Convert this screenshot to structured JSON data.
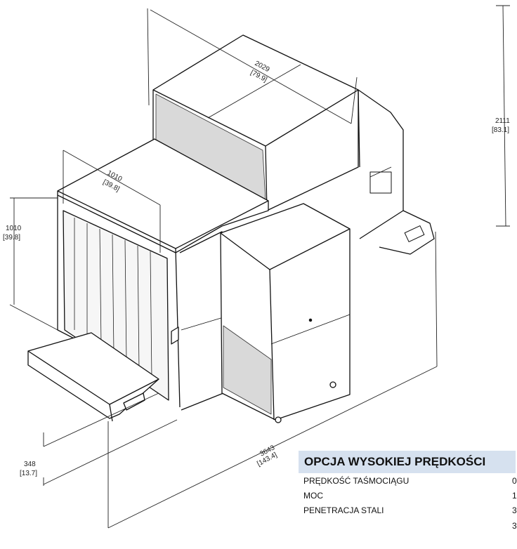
{
  "dimensions": {
    "width_overall": {
      "mm": "2029",
      "in": "[79.9]"
    },
    "height_overall": {
      "mm": "2111",
      "in": "[83.1]"
    },
    "tunnel_width": {
      "mm": "1010",
      "in": "[39.8]"
    },
    "tunnel_height": {
      "mm": "1010",
      "in": "[39.8]"
    },
    "belt_height": {
      "mm": "348",
      "in": "[13.7]"
    },
    "length_overall": {
      "mm": "3643",
      "in": "[143.4]"
    }
  },
  "spec_table": {
    "title": "OPCJA WYSOKIEJ PRĘDKOŚCI",
    "rows": [
      {
        "label": "PRĘDKOŚĆ TAŚMOCIĄGU",
        "value": "0"
      },
      {
        "label": "MOC",
        "value": "1"
      },
      {
        "label": "PENETRACJA STALI",
        "value": "3"
      },
      {
        "label": "",
        "value": "3"
      }
    ]
  }
}
